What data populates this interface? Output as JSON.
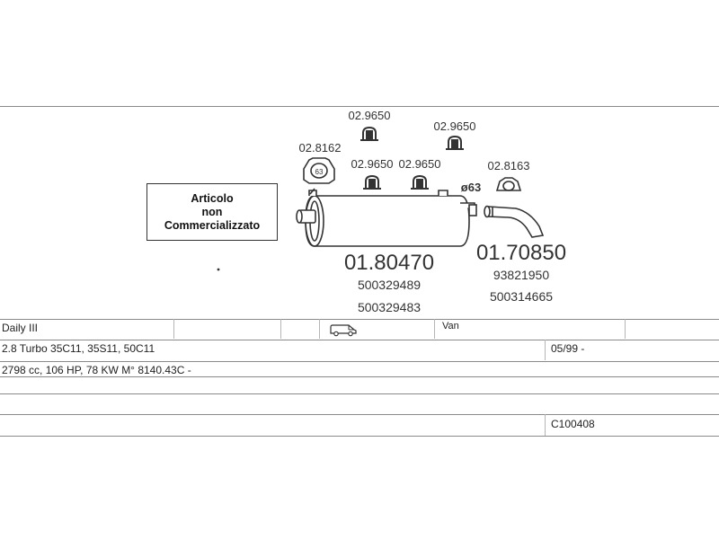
{
  "colors": {
    "stroke": "#333333",
    "text": "#222222",
    "rule": "#8a8a8a",
    "grid": "#b5b5b5"
  },
  "notice": {
    "line1": "Articolo",
    "line2": "non",
    "line3": "Commercializzato"
  },
  "parts": {
    "gasket_left": "02.8162",
    "gasket_left_size": "63",
    "clamp_top_left": "02.9650",
    "clamp_top_right": "02.9650",
    "clamp_mid_left": "02.9650",
    "clamp_mid_right": "02.9650",
    "gasket_right": "02.8163",
    "pipe_diameter": "ø63",
    "silencer_code": "01.80470",
    "silencer_oe_1": "500329489",
    "silencer_oe_2": "500329483",
    "tailpipe_code": "01.70850",
    "tailpipe_oe_1": "93821950",
    "tailpipe_oe_2": "500314665"
  },
  "vehicle": {
    "model": "Daily III",
    "body_icon": "van-icon",
    "body_type": "Van",
    "engine_variants": "2.8 Turbo 35C11, 35S11, 50C11",
    "date_range": "05/99 -",
    "engine_spec": "2798 cc, 106 HP, 78 KW M° 8140.43C -",
    "catalog_code": "C100408"
  }
}
